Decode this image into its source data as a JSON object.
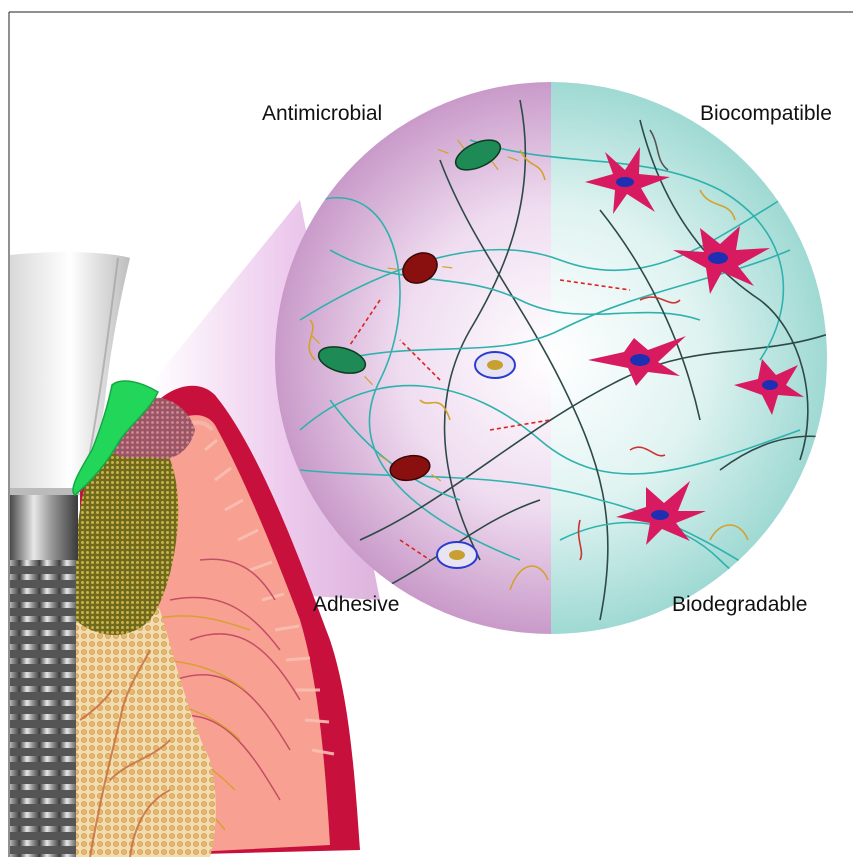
{
  "labels": {
    "top_left": "Antimicrobial",
    "top_right": "Biocompatible",
    "bottom_left": "Adhesive",
    "bottom_right": "Biodegradable"
  },
  "colors": {
    "left_half": "#d6a8d6",
    "right_half": "#b5e5e0",
    "gum_dark": "#c8103c",
    "gum_light": "#f8a092",
    "cell_magenta": "#d81b60",
    "cell_nucleus": "#1e2fb4",
    "adhesive_green": "#22d65a",
    "fiber_teal": "#2fb2ad",
    "fiber_dark": "#2e4a48",
    "bacteria_green": "#1e8a55",
    "bacteria_red": "#8a1010"
  }
}
